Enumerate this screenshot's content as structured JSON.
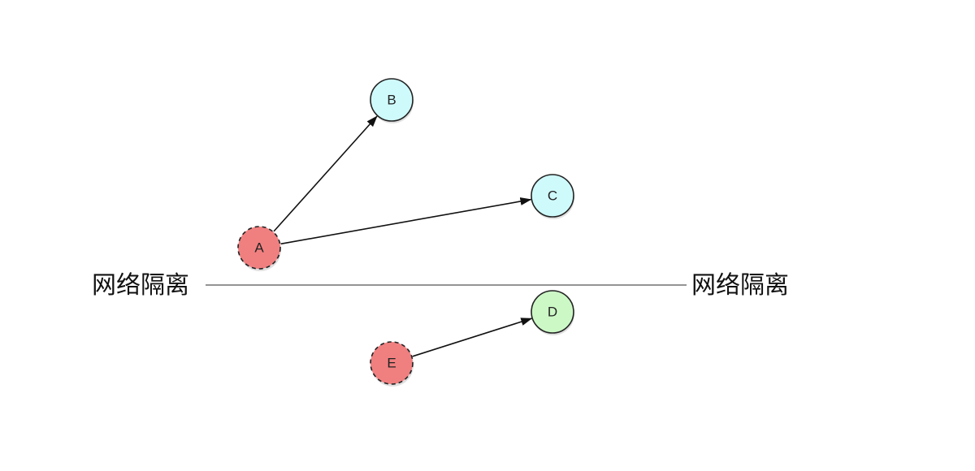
{
  "partition": {
    "label_left": "网络隔离",
    "label_right": "网络隔离"
  },
  "nodes": [
    {
      "id": "A",
      "label": "A",
      "color": "#F08080",
      "dashed": true
    },
    {
      "id": "B",
      "label": "B",
      "color": "#CFFAFC",
      "dashed": false
    },
    {
      "id": "C",
      "label": "C",
      "color": "#CFFAFC",
      "dashed": false
    },
    {
      "id": "D",
      "label": "D",
      "color": "#CCF8C6",
      "dashed": false
    },
    {
      "id": "E",
      "label": "E",
      "color": "#F08080",
      "dashed": true
    }
  ],
  "edges": [
    {
      "from": "A",
      "to": "B"
    },
    {
      "from": "A",
      "to": "C"
    },
    {
      "from": "E",
      "to": "D"
    }
  ]
}
